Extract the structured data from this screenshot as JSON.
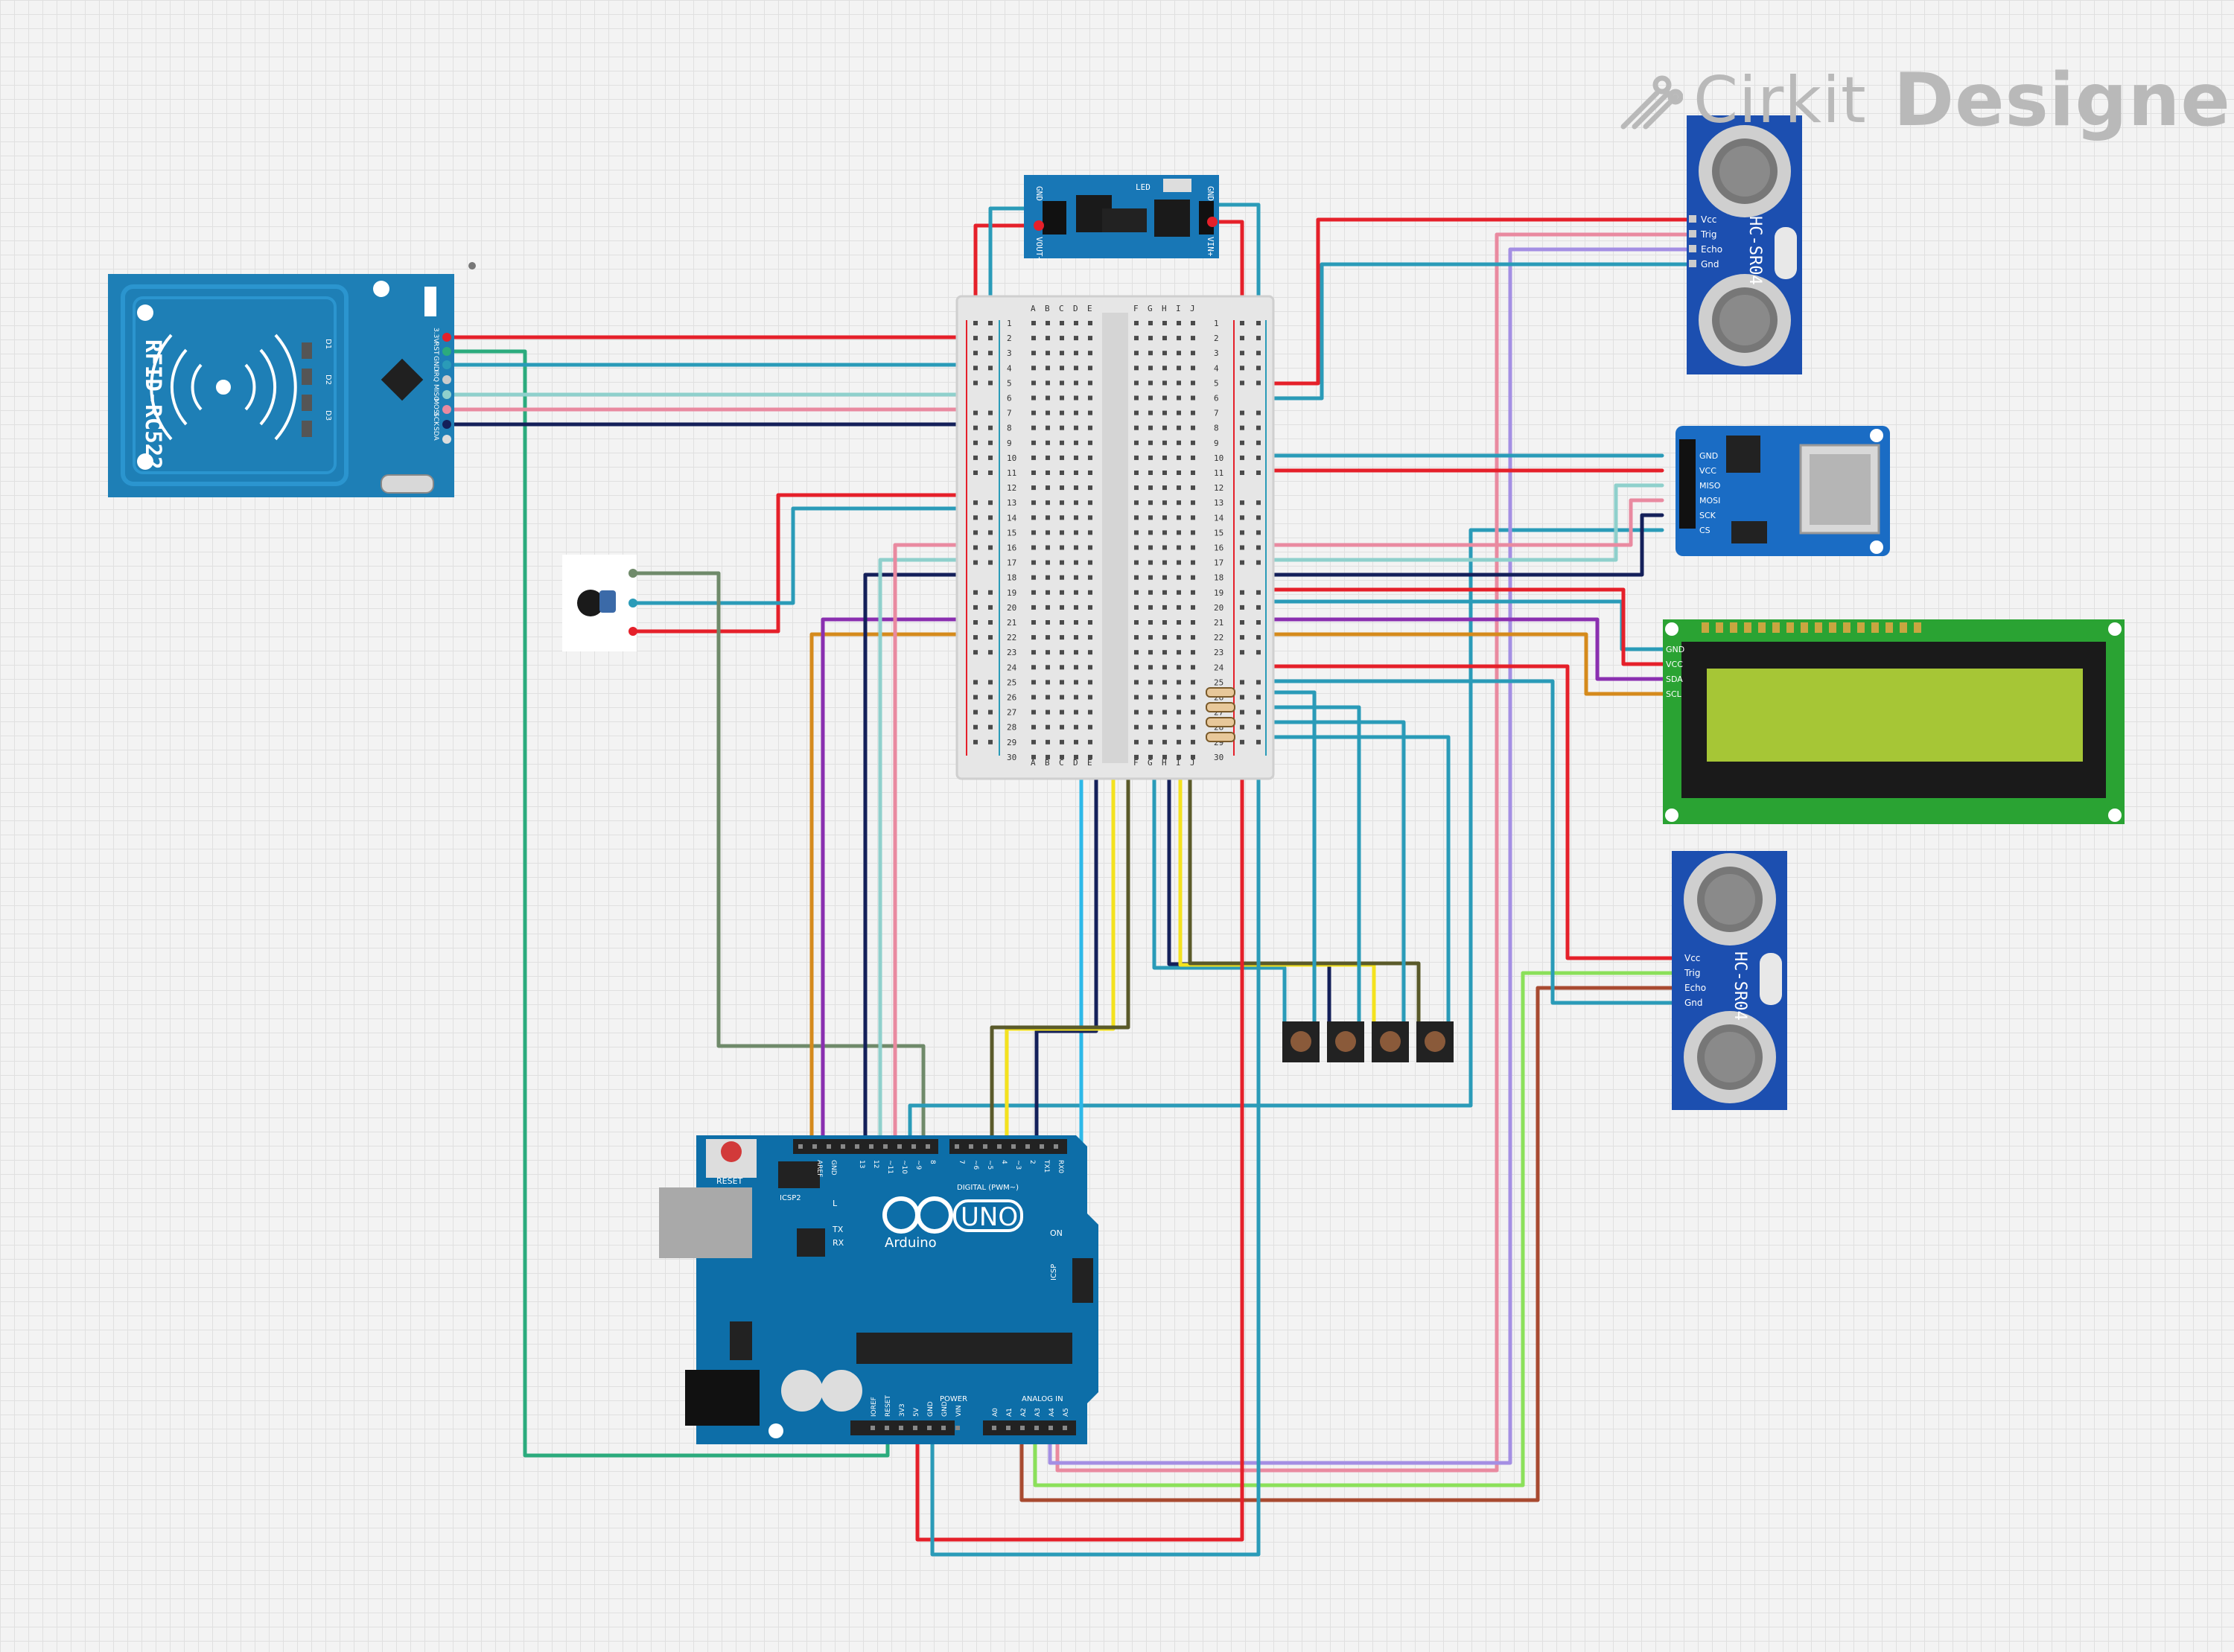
{
  "logo": {
    "word1": "Cirkit",
    "word2": "Designer",
    "icon": "cirkit-logo-icon"
  },
  "rfid": {
    "title": "RFID-RC522",
    "pins": [
      "3.3V",
      "RST",
      "GND",
      "IRQ",
      "MISO",
      "MOSI",
      "SCK",
      "SDA"
    ],
    "side_labels": [
      "D1",
      "D2",
      "D3"
    ]
  },
  "regulator": {
    "pin_left_top": "GND",
    "pin_left_bottom": "VOUT+",
    "pin_right_top": "GND",
    "pin_right_bottom": "VIN+",
    "led": "LED"
  },
  "breadboard": {
    "cols_left": [
      "A",
      "B",
      "C",
      "D",
      "E"
    ],
    "cols_right": [
      "F",
      "G",
      "H",
      "I",
      "J"
    ],
    "rows": 30
  },
  "ultrasonic_top": {
    "model": "HC-SR04",
    "pins": [
      "Vcc",
      "Trig",
      "Echo",
      "Gnd"
    ]
  },
  "ultrasonic_bottom": {
    "model": "HC-SR04",
    "pins": [
      "Vcc",
      "Trig",
      "Echo",
      "Gnd"
    ]
  },
  "sd_module": {
    "pins": [
      "GND",
      "VCC",
      "MISO",
      "MOSI",
      "SCK",
      "CS"
    ]
  },
  "lcd": {
    "pins": [
      "GND",
      "VCC",
      "SDA",
      "SCL"
    ]
  },
  "arduino": {
    "brand": "UNO",
    "name": "Arduino",
    "reset": "RESET",
    "icsp2": "ICSP2",
    "icsp": "ICSP",
    "digital": "DIGITAL (PWM~)",
    "power": "POWER",
    "analog": "ANALOG IN",
    "on": "ON",
    "tx": "TX",
    "rx": "RX",
    "l": "L",
    "top_pins": [
      "AREF",
      "GND",
      "13",
      "12",
      "~11",
      "~10",
      "~9",
      "8",
      "7",
      "~6",
      "~5",
      "4",
      "~3",
      "2",
      "TX1",
      "RX0"
    ],
    "power_pins": [
      "IOREF",
      "RESET",
      "3V3",
      "5V",
      "GND",
      "GND",
      "VIN"
    ],
    "analog_pins": [
      "A0",
      "A1",
      "A2",
      "A3",
      "A4",
      "A5"
    ]
  },
  "colors": {
    "red": "#e5202a",
    "teal": "#2a9bb8",
    "green": "#2bab7d",
    "pink": "#e98aa0",
    "lightblue": "#8fd0cc",
    "navy": "#14205a",
    "purple": "#8a2fb0",
    "orange": "#d58a1c",
    "yellow": "#f4e21e",
    "olive": "#5a5a2a",
    "cyan": "#2cb8e8",
    "brown": "#a84a30",
    "lime": "#8be05a",
    "lavender": "#a48fe3",
    "gray": "#6f8a6a",
    "board": "#0d6ea8"
  }
}
